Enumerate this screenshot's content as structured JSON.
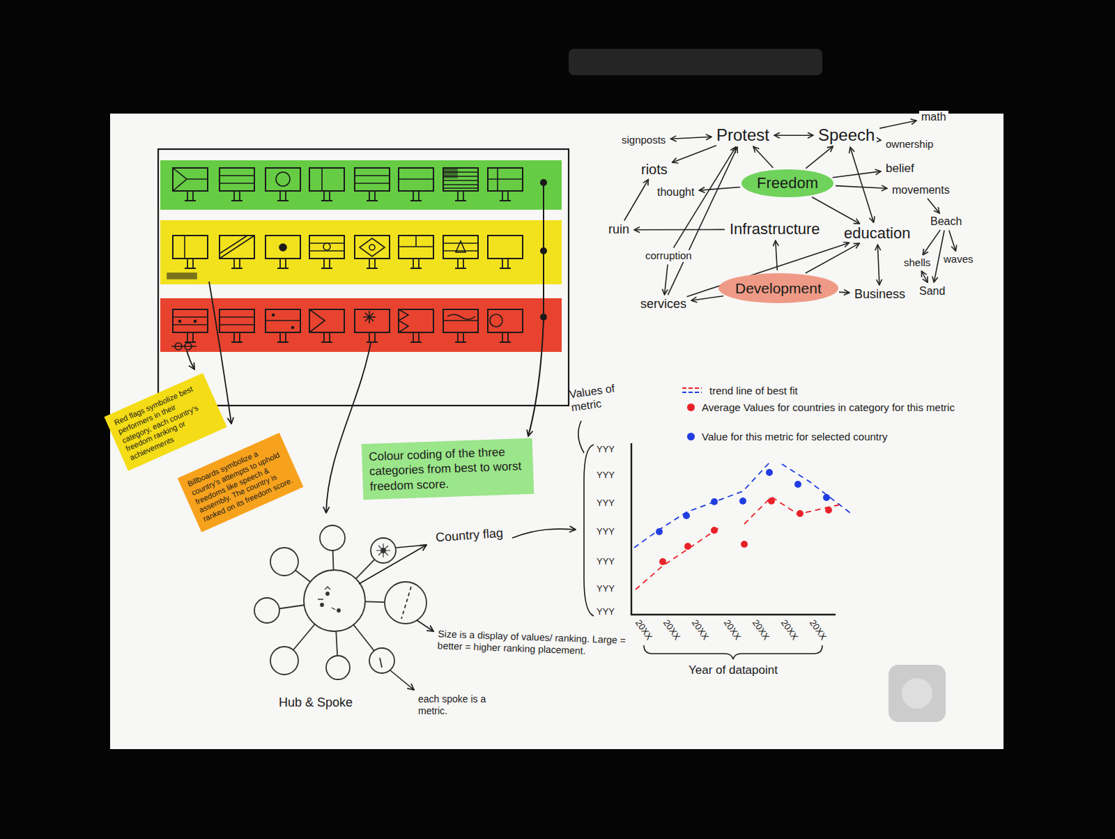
{
  "diagram": {
    "nodes": [
      {
        "text": [
          "signposts"
        ]
      },
      {
        "text": [
          "Protest"
        ]
      },
      {
        "text": [
          "Speech"
        ]
      },
      {
        "text": [
          "math"
        ]
      },
      {
        "text": [
          "ownership"
        ]
      },
      {
        "text": [
          "riots"
        ]
      },
      {
        "text": [
          "Freedom"
        ]
      },
      {
        "text": [
          "belief"
        ]
      },
      {
        "text": [
          "thought"
        ]
      },
      {
        "text": [
          "movements"
        ]
      },
      {
        "text": [
          "ruin"
        ]
      },
      {
        "text": [
          "Infrastructure"
        ]
      },
      {
        "text": [
          "education"
        ]
      },
      {
        "text": [
          "Beach"
        ]
      },
      {
        "text": [
          "corruption"
        ]
      },
      {
        "text": [
          "shells"
        ]
      },
      {
        "text": [
          "waves"
        ]
      },
      {
        "text": [
          "services"
        ]
      },
      {
        "text": [
          "Development"
        ]
      },
      {
        "text": [
          "Sand"
        ]
      },
      {
        "text": [
          "Business"
        ]
      },
      {
        "text": [
          "Red flags symbolize best performers in their category, each country's freedom ranking or achievements"
        ]
      },
      {
        "text": [
          "Billboards symbolize a country's attempts to uphold freedoms like speech & assembly. The country is ranked on its freedom score."
        ]
      },
      {
        "text": [
          "Colour coding of the three categories from best to worst freedom score."
        ]
      }
    ],
    "edges": [
      {
        "from": 0,
        "to": 1,
        "arrow": "both"
      },
      {
        "from": 1,
        "to": 2,
        "arrow": "both"
      },
      {
        "from": 6,
        "to": 1,
        "arrow": "to"
      },
      {
        "from": 6,
        "to": 2,
        "arrow": "to"
      },
      {
        "from": 2,
        "to": 3,
        "arrow": "to"
      },
      {
        "from": 2,
        "to": 4,
        "arrow": "to"
      },
      {
        "from": 6,
        "to": 7,
        "arrow": "to"
      },
      {
        "from": 6,
        "to": 9,
        "arrow": "to"
      },
      {
        "from": 1,
        "to": 5,
        "arrow": "to"
      },
      {
        "from": 10,
        "to": 5,
        "arrow": "to"
      },
      {
        "from": 6,
        "to": 8,
        "arrow": "to"
      },
      {
        "from": 11,
        "to": 10,
        "arrow": "to"
      },
      {
        "from": 14,
        "to": 1,
        "arrow": "to"
      },
      {
        "from": 17,
        "to": 1,
        "arrow": "to"
      },
      {
        "from": 14,
        "to": 17,
        "arrow": "to"
      },
      {
        "from": 18,
        "to": 17,
        "arrow": "to"
      },
      {
        "from": 18,
        "to": 11,
        "arrow": "to"
      },
      {
        "from": 18,
        "to": 12,
        "arrow": "to"
      },
      {
        "from": 18,
        "to": 20,
        "arrow": "to"
      },
      {
        "from": 12,
        "to": 20,
        "arrow": "both"
      },
      {
        "from": 2,
        "to": 12,
        "arrow": "both"
      },
      {
        "from": 6,
        "to": 12,
        "arrow": "to"
      },
      {
        "from": 17,
        "to": 12,
        "arrow": "to"
      },
      {
        "from": 9,
        "to": 13,
        "arrow": "to"
      },
      {
        "from": 13,
        "to": 15,
        "arrow": "to"
      },
      {
        "from": 13,
        "to": 19,
        "arrow": "to"
      },
      {
        "from": 15,
        "to": 19,
        "arrow": "both"
      },
      {
        "from": 13,
        "to": 16,
        "arrow": "to"
      }
    ],
    "labels": [
      "Country flag",
      "Size is a display of values/ ranking. Large = better = higher ranking placement.",
      "Hub & Spoke",
      "each spoke is a metric.",
      "Values of metric",
      "YYY",
      "YYY",
      "YYY",
      "YYY",
      "YYY",
      "YYY",
      "YYY",
      "20XX",
      "20XX",
      "20XX",
      "20XX",
      "20XX",
      "20XX",
      "20XX",
      "Year of datapoint"
    ],
    "legend": [
      {
        "text": "trend line of best fit"
      },
      {
        "text": "Average Values for countries in category for this metric",
        "color": "#e8222a"
      },
      {
        "text": "Value for this metric for selected country",
        "color": "#1f3de0"
      }
    ]
  }
}
